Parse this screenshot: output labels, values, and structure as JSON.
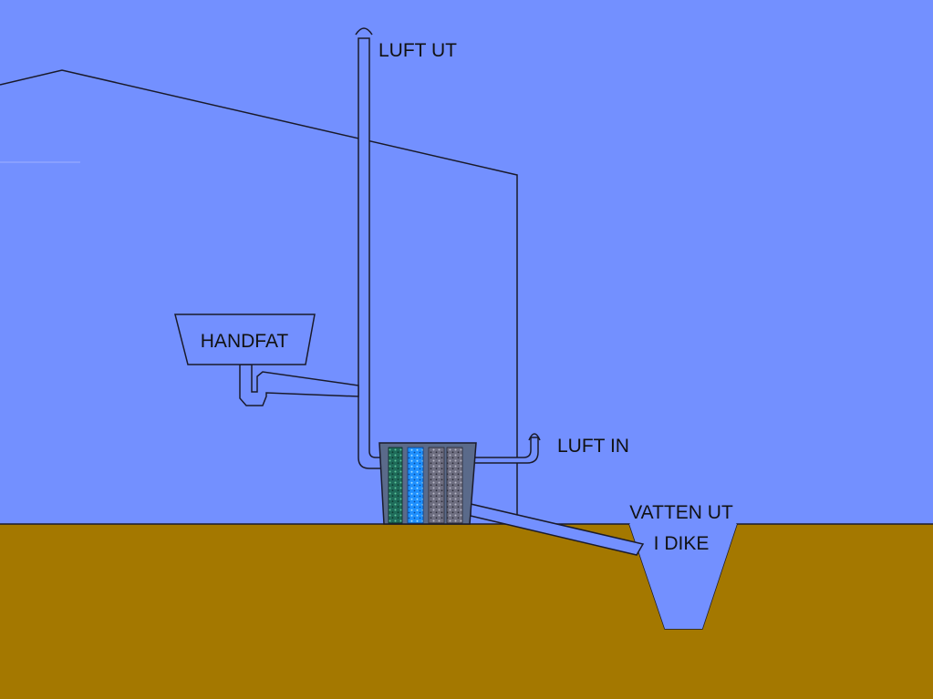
{
  "labels": {
    "air_out": "LUFT UT",
    "sink": "HANDFAT",
    "air_in": "LUFT IN",
    "water_out_line1": "VATTEN UT",
    "water_out_line2": "I DIKE"
  },
  "colors": {
    "sky": "#7390ff",
    "ground": "#a47800",
    "pipe_fill": "#7390ff",
    "outline": "#1a1a2a",
    "filter_housing": "#5a6a8a",
    "filter_green": "#1f6b5a",
    "filter_blue": "#1e90ff",
    "filter_grey": "#6e6e80"
  }
}
